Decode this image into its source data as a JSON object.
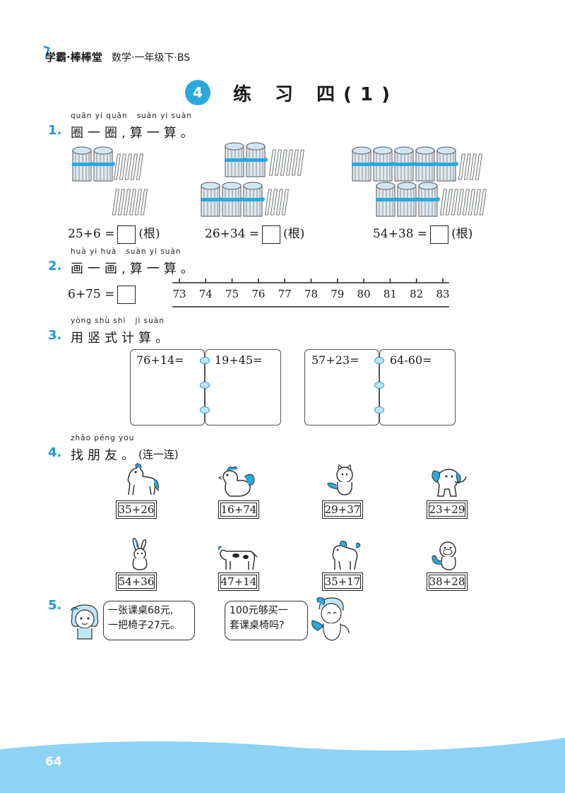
{
  "header": {
    "brand": "学霸·棒棒堂",
    "subject": "数学·一年级下·BS"
  },
  "title": {
    "badge": "4",
    "text": "练 习 四(1)"
  },
  "q1": {
    "number": "1.",
    "pinyin": "quān yi quān   suàn yi suàn",
    "text": "圈一圈,算一算。",
    "items": [
      {
        "expr": "25+6 =",
        "unit": "(根)"
      },
      {
        "expr": "26+34 =",
        "unit": "(根)"
      },
      {
        "expr": "54+38 =",
        "unit": "(根)"
      }
    ]
  },
  "q2": {
    "number": "2.",
    "pinyin": "huà yi huà   suàn yi suàn",
    "text": "画一画,算一算。",
    "expr": "6+75 =",
    "ticks": [
      "73",
      "74",
      "75",
      "76",
      "77",
      "78",
      "79",
      "80",
      "81",
      "82",
      "83"
    ]
  },
  "q3": {
    "number": "3.",
    "pinyin": "yòng shù shì   jì suàn",
    "text": "用竖式计算。",
    "problems": [
      "76+14=",
      "19+45=",
      "57+23=",
      "64-60="
    ]
  },
  "q4": {
    "number": "4.",
    "pinyin": "zhǎo péng you",
    "text": "找朋友。",
    "note": "(连一连)",
    "row1": [
      "35+26",
      "16+74",
      "29+37",
      "23+29"
    ],
    "row2": [
      "54+36",
      "47+14",
      "35+17",
      "38+28"
    ],
    "animals1": [
      "horse-icon",
      "rooster-icon",
      "kitten-icon",
      "elephant-icon"
    ],
    "animals2": [
      "rabbit-icon",
      "cow-icon",
      "goat-icon",
      "monkey-icon"
    ]
  },
  "q5": {
    "number": "5.",
    "bubble1": [
      "一张课桌68元,",
      "一把椅子27元。"
    ],
    "bubble2": [
      "100元够买一",
      "套课桌椅吗?"
    ]
  },
  "footer": {
    "page": "64"
  },
  "colors": {
    "accent": "#1c9ad6",
    "badge": "#29a9e0",
    "wave": "#8fd3f4"
  }
}
